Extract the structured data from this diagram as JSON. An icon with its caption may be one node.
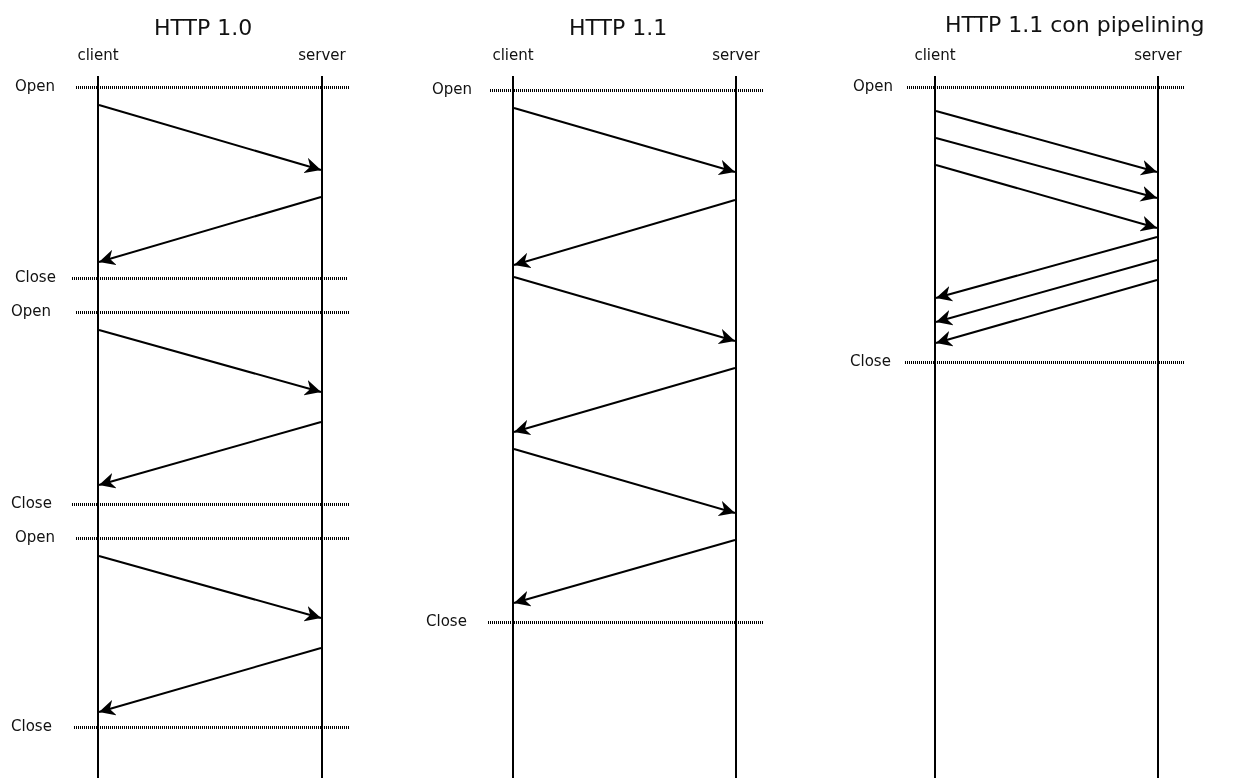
{
  "diagram": {
    "nodes": [
      {
        "text": [
          "client"
        ]
      },
      {
        "text": [
          "server"
        ]
      },
      {
        "text": [
          "client"
        ]
      },
      {
        "text": [
          "server"
        ]
      },
      {
        "text": [
          "client"
        ]
      },
      {
        "text": [
          "server"
        ]
      }
    ],
    "edges": [
      {
        "from": 0,
        "to": 1,
        "arrow": "to"
      },
      {
        "from": 1,
        "to": 0,
        "arrow": "to"
      },
      {
        "from": 0,
        "to": 1,
        "arrow": "to"
      },
      {
        "from": 1,
        "to": 0,
        "arrow": "to"
      },
      {
        "from": 0,
        "to": 1,
        "arrow": "to"
      },
      {
        "from": 1,
        "to": 0,
        "arrow": "to"
      },
      {
        "from": 2,
        "to": 3,
        "arrow": "to"
      },
      {
        "from": 3,
        "to": 2,
        "arrow": "to"
      },
      {
        "from": 2,
        "to": 3,
        "arrow": "to"
      },
      {
        "from": 3,
        "to": 2,
        "arrow": "to"
      },
      {
        "from": 2,
        "to": 3,
        "arrow": "to"
      },
      {
        "from": 3,
        "to": 2,
        "arrow": "to"
      },
      {
        "from": 4,
        "to": 5,
        "arrow": "to"
      },
      {
        "from": 4,
        "to": 5,
        "arrow": "to"
      },
      {
        "from": 4,
        "to": 5,
        "arrow": "to"
      },
      {
        "from": 5,
        "to": 4,
        "arrow": "to"
      },
      {
        "from": 5,
        "to": 4,
        "arrow": "to"
      },
      {
        "from": 5,
        "to": 4,
        "arrow": "to"
      }
    ],
    "labels": [
      "HTTP 1.0",
      "HTTP 1.1",
      "HTTP 1.1 con pipelining",
      "Open",
      "Close",
      "Open",
      "Close",
      "Open",
      "Close",
      "Open",
      "Close",
      "Open",
      "Close"
    ]
  }
}
